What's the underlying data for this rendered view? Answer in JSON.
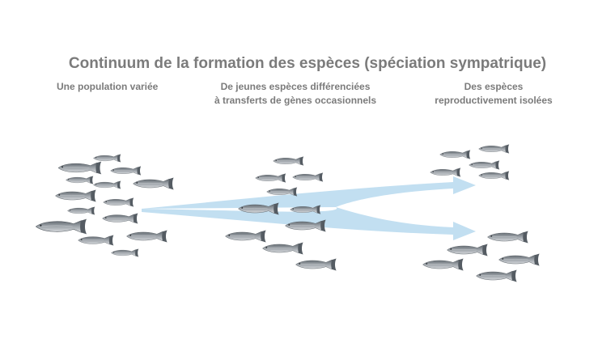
{
  "title": "Continuum de la formation des espèces (spéciation sympatrique)",
  "stages": [
    {
      "lines": [
        "Une population variée"
      ]
    },
    {
      "lines": [
        "De jeunes espèces différenciées",
        "à transferts de gènes occasionnels"
      ]
    },
    {
      "lines": [
        "Des espèces",
        "reproductivement isolées"
      ]
    }
  ],
  "colors": {
    "text": "#7b7b7b",
    "arrow": "#b7d9ee",
    "fish_body": "#9aa0a6",
    "fish_back": "#5f666d",
    "fish_belly": "#d7dade"
  },
  "icons": [
    "fish-icon",
    "arrow-icon"
  ]
}
